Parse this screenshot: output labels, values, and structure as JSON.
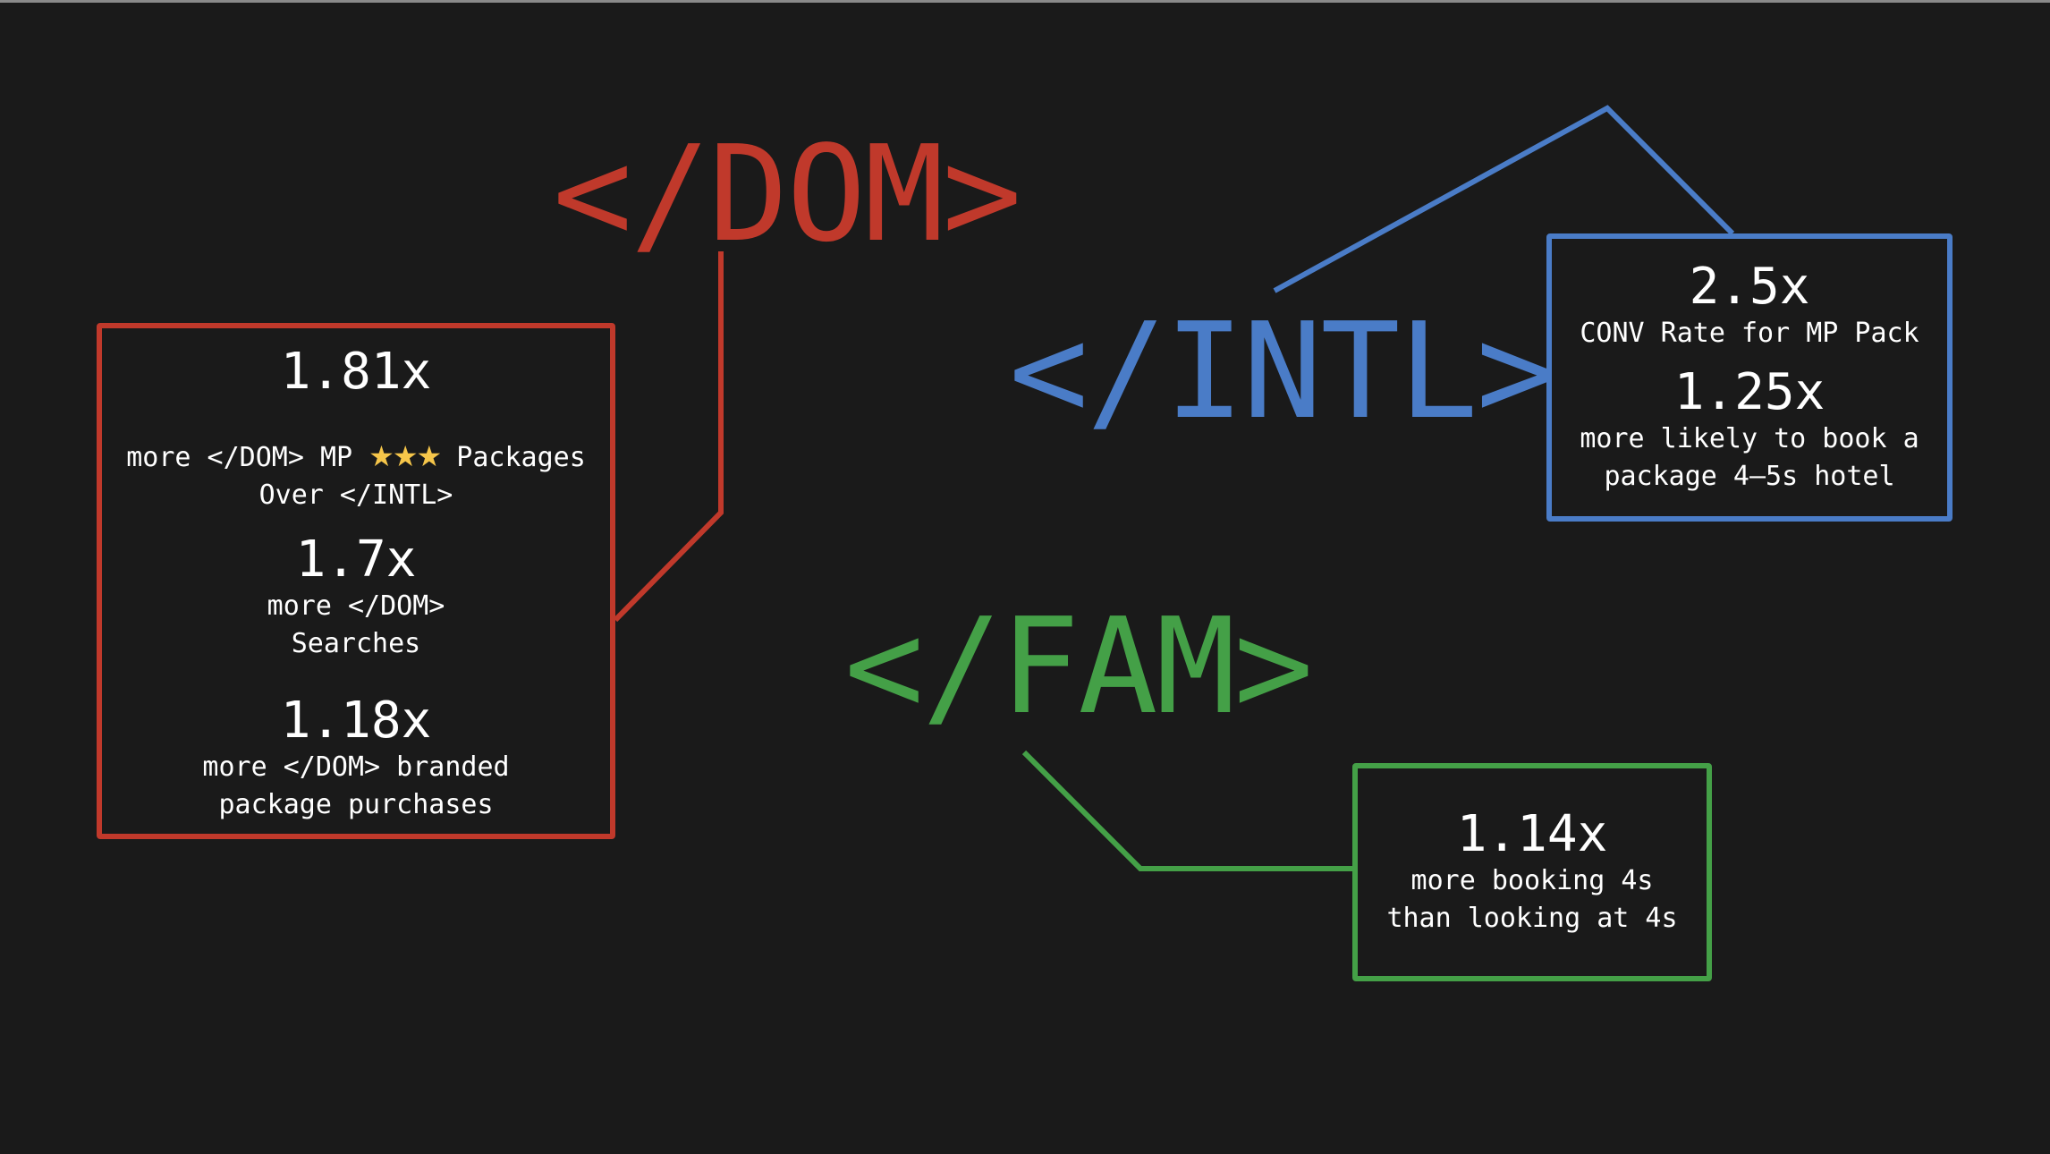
{
  "colors": {
    "background": "#1a1a1a",
    "dom": "#c0392b",
    "intl": "#4a7cc7",
    "fam": "#44a047",
    "text": "#ffffff",
    "star": "#f6c64a"
  },
  "dom": {
    "heading": "</DOM>",
    "stats": [
      {
        "value": "1.81x",
        "line1_before": "more </DOM> MP ",
        "stars_icon": "three-stars",
        "line1_after": " Packages",
        "line2": "Over </INTL>"
      },
      {
        "value": "1.7x",
        "desc": "more </DOM>\nSearches"
      },
      {
        "value": "1.18x",
        "desc": "more </DOM> branded\npackage purchases"
      }
    ]
  },
  "intl": {
    "heading": "</INTL>",
    "stats": [
      {
        "value": "2.5x",
        "desc": "CONV Rate for MP Pack"
      },
      {
        "value": "1.25x",
        "desc": "more likely to book a\npackage 4–5s hotel"
      }
    ]
  },
  "fam": {
    "heading": "</FAM>",
    "stats": [
      {
        "value": "1.14x",
        "desc": "more booking 4s\nthan looking at 4s"
      }
    ]
  }
}
